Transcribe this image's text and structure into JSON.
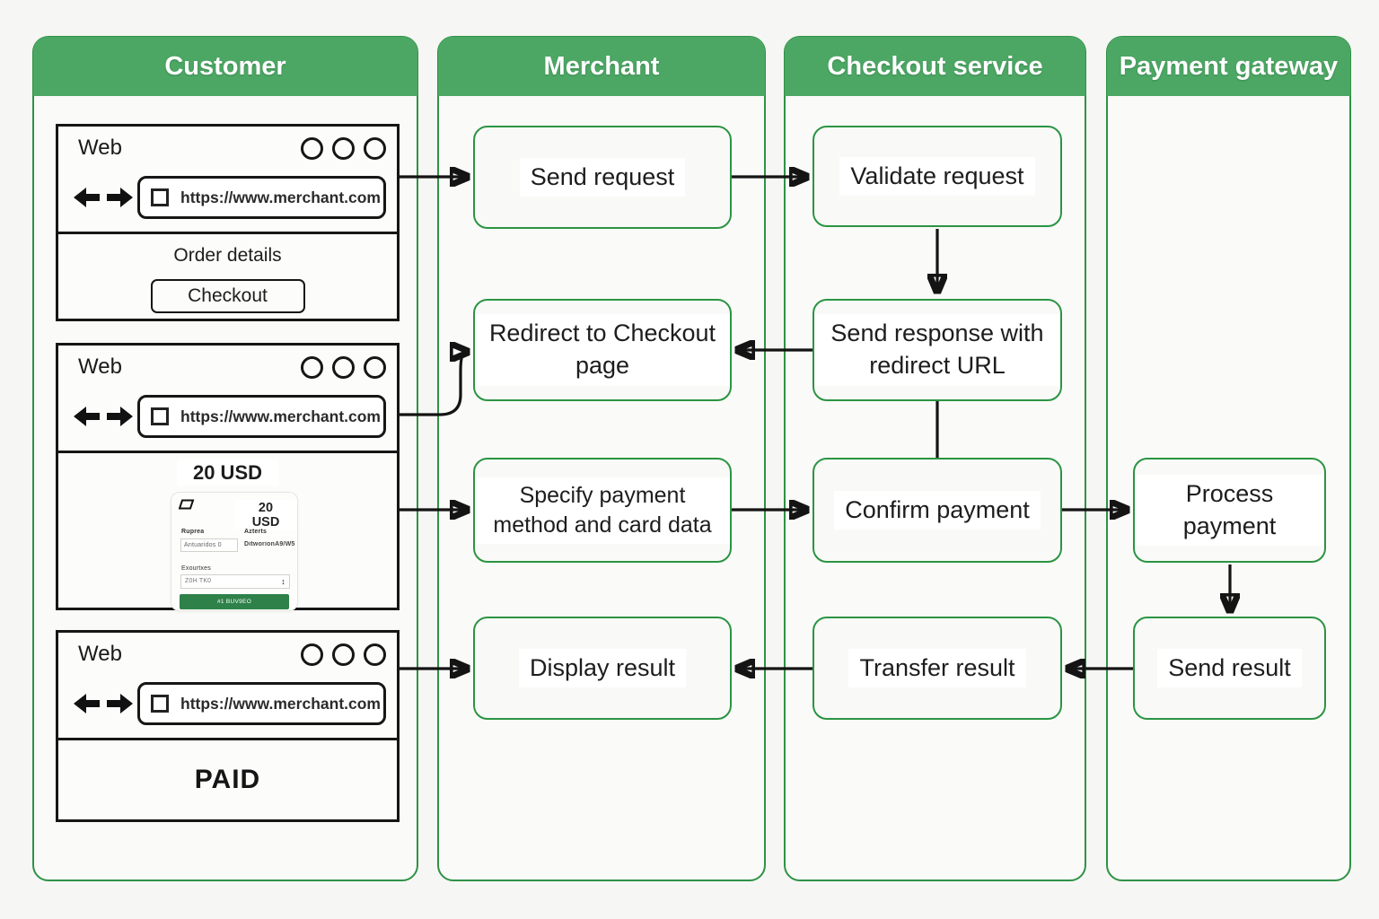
{
  "colors": {
    "lane_header_bg": "#4ca764",
    "lane_border": "#2f9245",
    "box_border": "#2b9443",
    "pay_button_bg": "#2e8149",
    "arrow": "#141414"
  },
  "lanes": {
    "customer": {
      "title": "Customer"
    },
    "merchant": {
      "title": "Merchant",
      "boxes": [
        "Send request",
        "Redirect to Checkout page",
        "Specify payment method and card data",
        "Display result"
      ]
    },
    "checkout": {
      "title": "Checkout service",
      "boxes": [
        "Validate request",
        "Send response with redirect URL",
        "Confirm payment",
        "Transfer result"
      ]
    },
    "gateway": {
      "title": "Payment gateway",
      "boxes": [
        "Process payment",
        "Send result"
      ]
    }
  },
  "browser": {
    "window_label": "Web",
    "url": "https://www.merchant.com"
  },
  "order_page": {
    "title": "Order details",
    "checkout_button": "Checkout"
  },
  "payment_page": {
    "amount_heading": "20 USD",
    "card": {
      "amount": "20 USD",
      "field1_label": "Ruprea",
      "field1_value": "Antuaridos 0",
      "field2_label": "Azterts",
      "field2_value": "DitworionA9/W5",
      "field3_label": "Exourtxes",
      "field3_value": "Z0H TK0",
      "stepper_icon": "↕",
      "pay_button": "#1 BUV9EO"
    }
  },
  "result_page": {
    "status": "PAID"
  }
}
